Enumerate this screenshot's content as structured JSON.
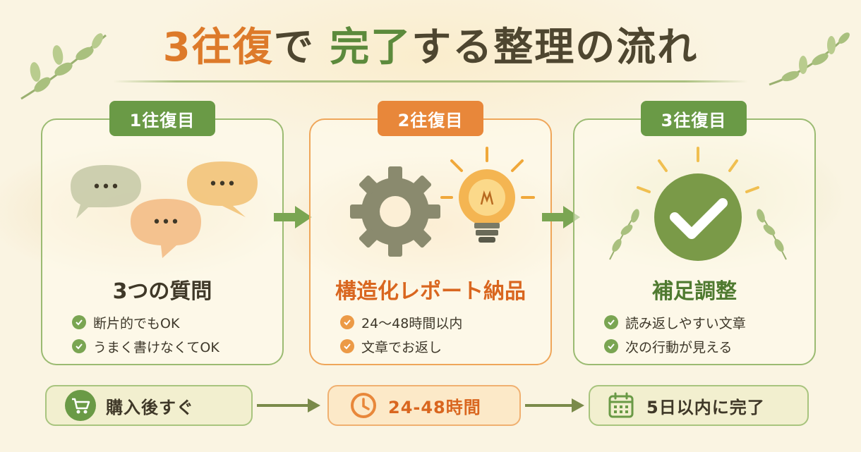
{
  "title": {
    "part1": "3往復",
    "part2": "で",
    "part3": "完了",
    "part4": "する整理の流れ"
  },
  "colors": {
    "green": "#6a9a46",
    "orange": "#e8873a",
    "brown": "#3f3828",
    "background": "#faf4e2"
  },
  "steps": [
    {
      "badge": "1往復目",
      "icon": "speech-bubbles-icon",
      "heading": "3つの質問",
      "bullets": [
        "断片的でもOK",
        "うまく書けなくてOK"
      ]
    },
    {
      "badge": "2往復目",
      "icon": "gear-lightbulb-icon",
      "heading": "構造化レポート納品",
      "bullets": [
        "24〜48時間以内",
        "文章でお返し"
      ]
    },
    {
      "badge": "3往復目",
      "icon": "check-circle-icon",
      "heading": "補足調整",
      "bullets": [
        "読み返しやすい文章",
        "次の行動が見える"
      ]
    }
  ],
  "timeline": [
    {
      "icon": "cart-icon",
      "label": "購入後すぐ"
    },
    {
      "icon": "clock-icon",
      "label": "24-48時間"
    },
    {
      "icon": "calendar-icon",
      "label": "5日以内に完了"
    }
  ],
  "bubble_dots": "•••"
}
